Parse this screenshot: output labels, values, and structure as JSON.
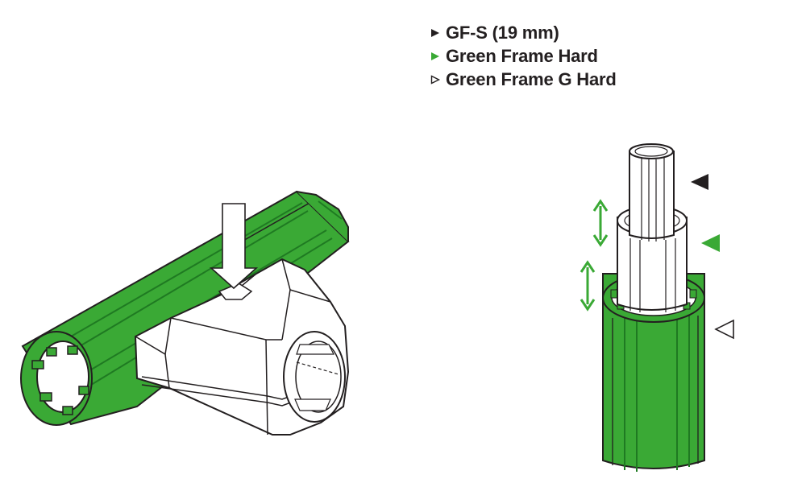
{
  "legend": {
    "items": [
      {
        "label": "GF-S (19 mm)",
        "marker": "solid-black-triangle-icon",
        "color": "#231f20"
      },
      {
        "label": "Green Frame Hard",
        "marker": "solid-green-triangle-icon",
        "color": "#3aa935"
      },
      {
        "label": "Green Frame G Hard",
        "marker": "outline-triangle-icon",
        "color": "#231f20"
      }
    ]
  },
  "colors": {
    "green": "#3aa935",
    "green_dark": "#1f7a22",
    "outline": "#231f20",
    "connector": "#ffffff"
  }
}
